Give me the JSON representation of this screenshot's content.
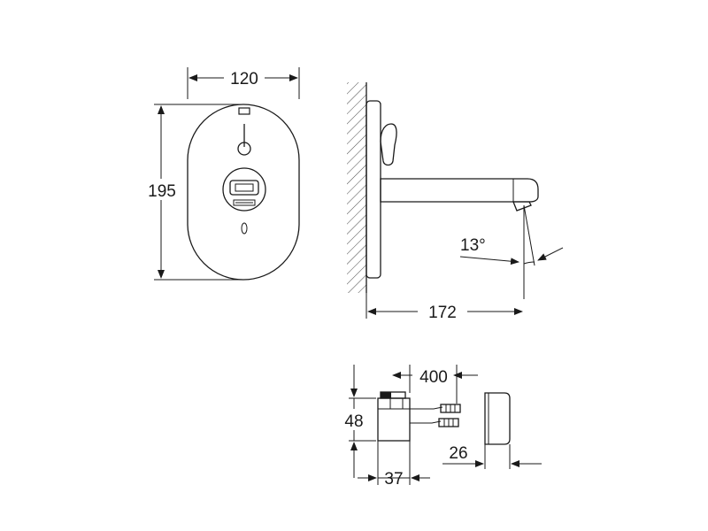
{
  "dimensions": {
    "front_width": "120",
    "front_height": "195",
    "projection": "172",
    "angle": "13°",
    "box_depth": "400",
    "box_height": "48",
    "box_width": "37",
    "cover_depth": "26"
  },
  "icons": {
    "wall_hatch": "hatch-pattern",
    "arrowheads": "dimension-arrow"
  }
}
